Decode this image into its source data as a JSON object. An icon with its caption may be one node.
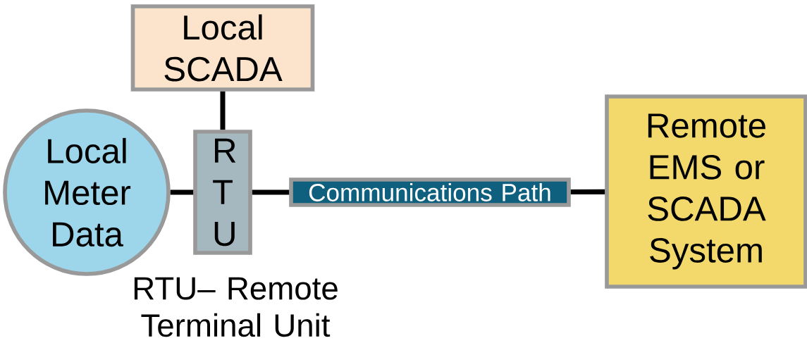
{
  "diagram": {
    "nodes": [
      {
        "text": [
          "Local SCADA"
        ]
      },
      {
        "text": [
          "Local Meter Data"
        ]
      },
      {
        "text": [
          "R T U"
        ]
      },
      {
        "text": [
          "Communications Path"
        ]
      },
      {
        "text": [
          "Remote EMS or SCADA System"
        ]
      }
    ],
    "edges": [
      {
        "from": 1,
        "to": 2,
        "arrow": "none"
      },
      {
        "from": 0,
        "to": 2,
        "arrow": "none"
      },
      {
        "from": 2,
        "to": 3,
        "arrow": "none"
      },
      {
        "from": 3,
        "to": 4,
        "arrow": "none"
      }
    ],
    "labels": [
      "RTU– Remote Terminal Unit"
    ]
  }
}
